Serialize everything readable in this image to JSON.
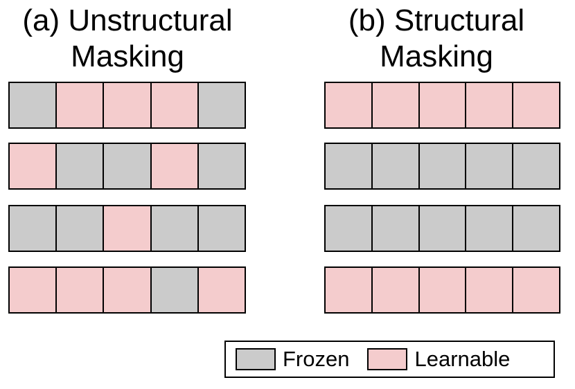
{
  "colors": {
    "frozen": "#cbcbcb",
    "learnable": "#f4cccd",
    "border": "#000000"
  },
  "panels": [
    {
      "title_line1": "(a) Unstructural",
      "title_line2": "Masking",
      "rows": [
        [
          "frozen",
          "learnable",
          "learnable",
          "learnable",
          "frozen"
        ],
        [
          "learnable",
          "frozen",
          "frozen",
          "learnable",
          "frozen"
        ],
        [
          "frozen",
          "frozen",
          "learnable",
          "frozen",
          "frozen"
        ],
        [
          "learnable",
          "learnable",
          "learnable",
          "frozen",
          "learnable"
        ]
      ]
    },
    {
      "title_line1": "(b) Structural",
      "title_line2": "Masking",
      "rows": [
        [
          "learnable",
          "learnable",
          "learnable",
          "learnable",
          "learnable"
        ],
        [
          "frozen",
          "frozen",
          "frozen",
          "frozen",
          "frozen"
        ],
        [
          "frozen",
          "frozen",
          "frozen",
          "frozen",
          "frozen"
        ],
        [
          "learnable",
          "learnable",
          "learnable",
          "learnable",
          "learnable"
        ]
      ]
    }
  ],
  "legend": {
    "items": [
      {
        "key": "frozen",
        "label": "Frozen"
      },
      {
        "key": "learnable",
        "label": "Learnable"
      }
    ]
  }
}
